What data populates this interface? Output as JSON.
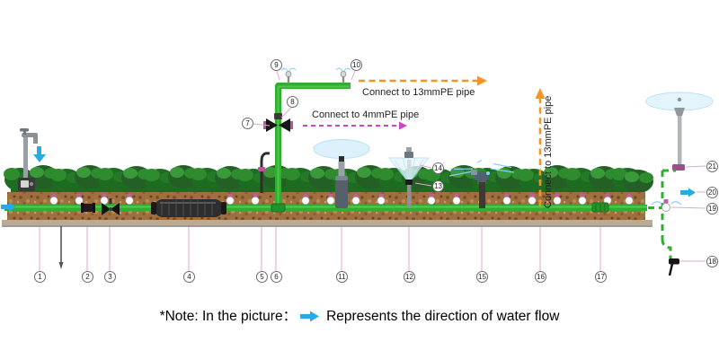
{
  "labels": {
    "connect_13mm_top": "Connect to 13mmPE pipe",
    "connect_4mm": "Connect to 4mmPE pipe",
    "connect_13mm_vertical": "Connect to 13mmPE pipe"
  },
  "note": {
    "prefix": "*Note: In the picture：",
    "suffix": "Represents the direction of water flow"
  },
  "callouts": [
    {
      "num": "1"
    },
    {
      "num": "2"
    },
    {
      "num": "3"
    },
    {
      "num": "4"
    },
    {
      "num": "5"
    },
    {
      "num": "6"
    },
    {
      "num": "7"
    },
    {
      "num": "8"
    },
    {
      "num": "9"
    },
    {
      "num": "10"
    },
    {
      "num": "11"
    },
    {
      "num": "12"
    },
    {
      "num": "13"
    },
    {
      "num": "14"
    },
    {
      "num": "15"
    },
    {
      "num": "16"
    },
    {
      "num": "17"
    },
    {
      "num": "18"
    },
    {
      "num": "19"
    },
    {
      "num": "20"
    },
    {
      "num": "21"
    }
  ],
  "icons": {
    "water_flow_arrow": "blue-right-arrow",
    "tap": "garden-tap-icon"
  },
  "colors": {
    "pipe_green": "#2faf2f",
    "hedge_green": "#1d6b21",
    "soil_brown": "#a06f3f",
    "dashed_orange": "#f7931e",
    "dashed_magenta": "#cc44cc",
    "water_blue": "#29abe2",
    "leader_pink": "#e0a7cf"
  }
}
